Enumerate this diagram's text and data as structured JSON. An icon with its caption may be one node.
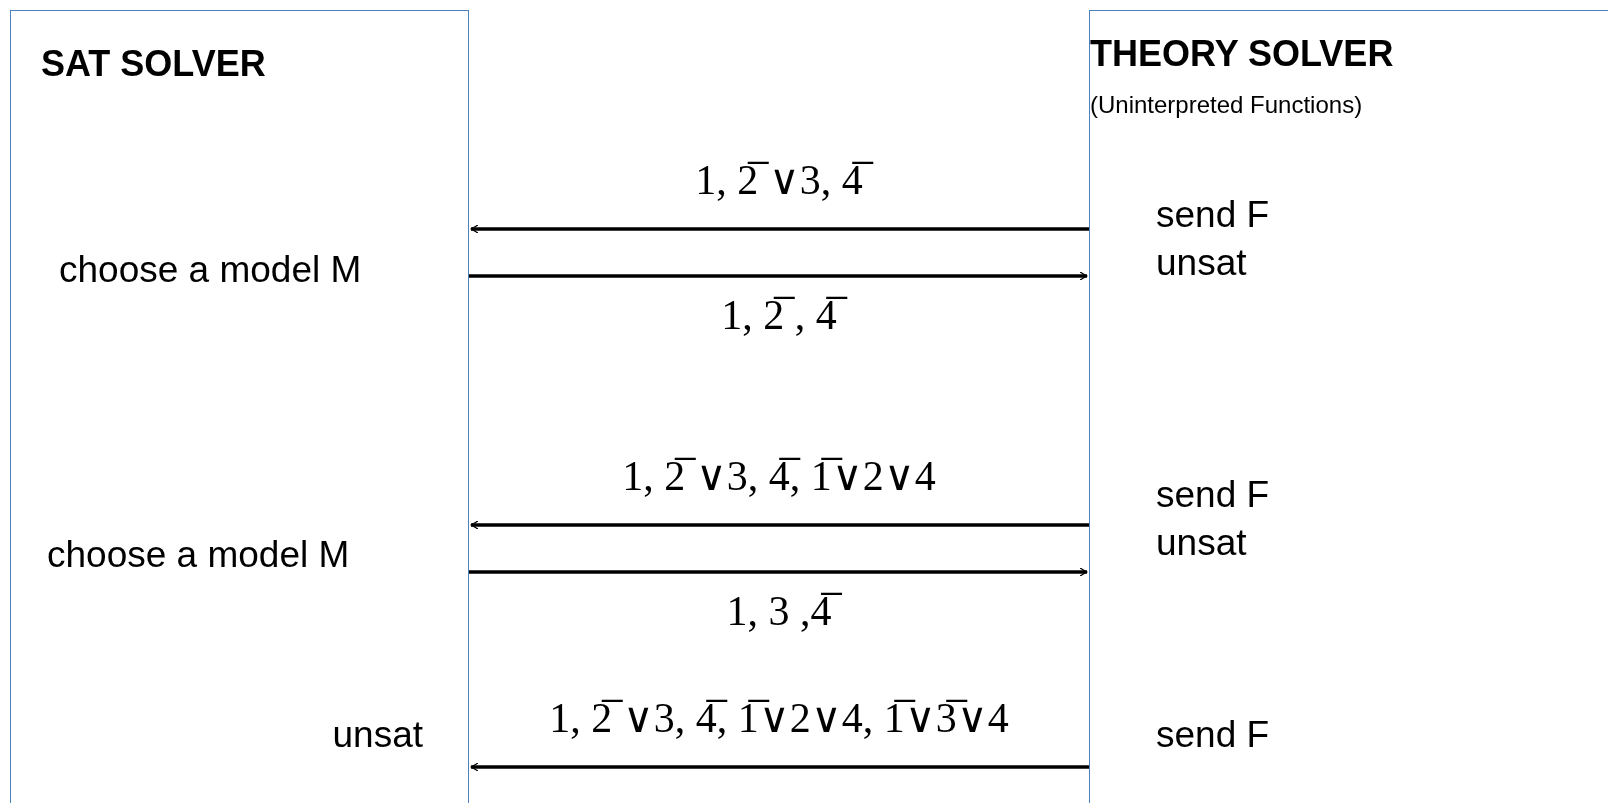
{
  "diagram": {
    "nodes": [
      {
        "text": [
          "SAT SOLVER",
          "choose a model M",
          "choose a model M",
          "unsat"
        ]
      },
      {
        "text": [
          "THEORY SOLVER",
          "(Uninterpreted Functions)",
          "send F unsat",
          "send F unsat",
          "send F"
        ]
      }
    ],
    "edges": [
      {
        "from": 1,
        "to": 0,
        "arrow": "to",
        "label": "1, 2̅ ∨3, 4̅"
      },
      {
        "from": 0,
        "to": 1,
        "arrow": "to",
        "label": "1, 2̅ , 4̅"
      },
      {
        "from": 1,
        "to": 0,
        "arrow": "to",
        "label": "1, 2̅ ∨3, 4̅, 1̅∨2∨4"
      },
      {
        "from": 0,
        "to": 1,
        "arrow": "to",
        "label": "1, 3 ,4̅"
      },
      {
        "from": 1,
        "to": 0,
        "arrow": "to",
        "label": "1, 2̅ ∨3, 4̅, 1̅∨2∨4, 1̅∨3̅∨4"
      }
    ]
  }
}
